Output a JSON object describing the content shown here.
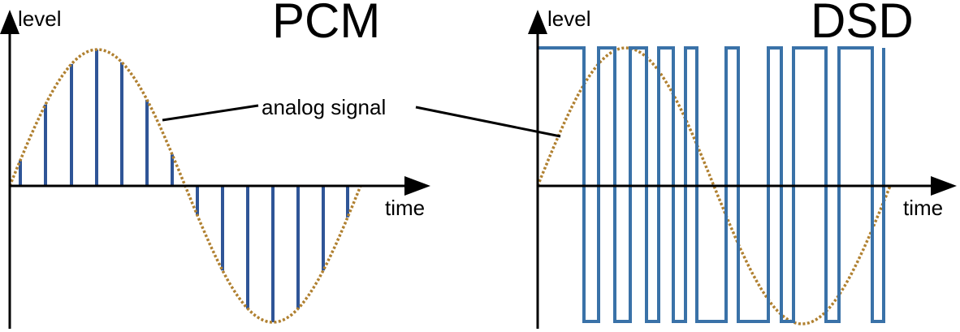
{
  "pcm": {
    "title": "PCM",
    "y_axis_label": "level",
    "x_axis_label": "time"
  },
  "dsd": {
    "title": "DSD",
    "y_axis_label": "level",
    "x_axis_label": "time"
  },
  "annotation": {
    "text": "analog signal"
  },
  "colors": {
    "axis": "#000000",
    "analog_signal": "#b08030",
    "pcm_samples": "#2f5597",
    "dsd_pulses": "#3a72a8",
    "background": "#ffffff"
  }
}
